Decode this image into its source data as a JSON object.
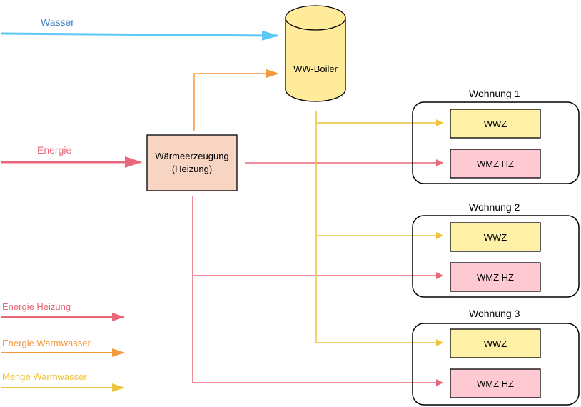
{
  "labels": {
    "wasser": "Wasser",
    "energie": "Energie",
    "boiler": "WW-Boiler",
    "heater_line1": "Wärmeerzeugung",
    "heater_line2": "(Heizung)"
  },
  "apartments": [
    {
      "title": "Wohnung 1",
      "wwz": "WWZ",
      "wmz": "WMZ HZ"
    },
    {
      "title": "Wohnung 2",
      "wwz": "WWZ",
      "wmz": "WMZ HZ"
    },
    {
      "title": "Wohnung 3",
      "wwz": "WWZ",
      "wmz": "WMZ HZ"
    }
  ],
  "legend": [
    {
      "label": "Energie Heizung",
      "color": "#e8677b"
    },
    {
      "label": "Energie Warmwasser",
      "color": "#f5993d"
    },
    {
      "label": "Menge Warmwasser",
      "color": "#f0c43a"
    }
  ],
  "colors": {
    "water": "#5bc8f5",
    "heating": "#e8677b",
    "warm_energy": "#f5993d",
    "warm_amount": "#f0c43a",
    "boiler_fill": "#ffeb99",
    "heater_fill": "#f8d5c2",
    "wwz_fill": "#fff0a8",
    "wmz_fill": "#ffc9d4",
    "water_label": "#3d7bbf"
  }
}
